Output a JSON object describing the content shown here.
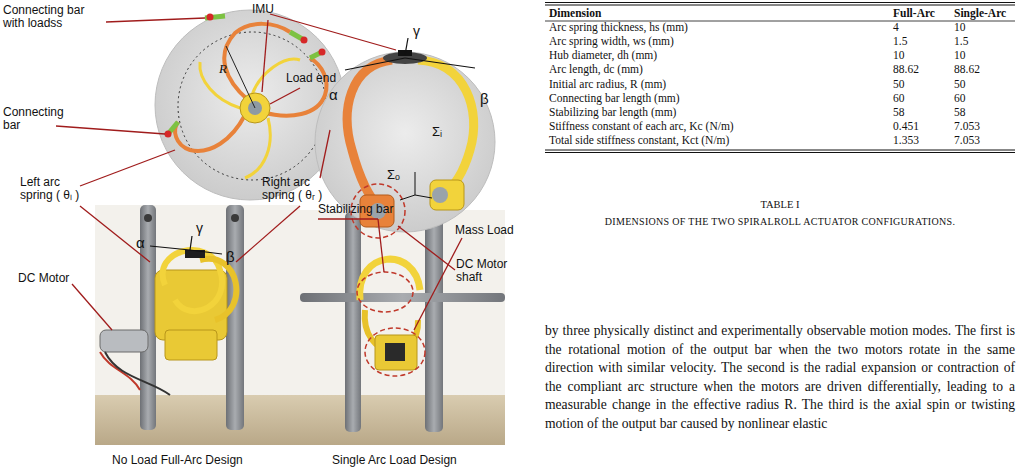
{
  "diagram": {
    "labels": [
      "Connecting bar with loadss",
      "IMU",
      "R",
      "Load end",
      "Connecting bar",
      "Right arc spring ( θᵣ )",
      "Left arc spring ( θₗ )",
      "α",
      "γ",
      "β",
      "Σᵢ",
      "Σₒ",
      "DC Motor shaft",
      "DC Motor",
      "Stabilizing bar",
      "Mass Load",
      "α",
      "γ",
      "β",
      "No Load Full-Arc Design",
      "Single Arc Load Design",
      "Dimension",
      "Full-Arc",
      "Single-Arc",
      "Arc spring thickness, hs (mm)",
      "4",
      "10",
      "Arc spring width, ws (mm)",
      "1.5",
      "1.5",
      "Hub diameter, dh (mm)",
      "10",
      "10",
      "Arc length, dc (mm)",
      "88.62",
      "88.62",
      "Initial arc radius, R (mm)",
      "50",
      "50",
      "Connecting bar length (mm)",
      "60",
      "60",
      "Stabilizing bar length (mm)",
      "58",
      "58",
      "Stiffness constant of each arc, Kc (N/m)",
      "0.451",
      "7.053",
      "Total side stiffness constant, Kct (N/m)",
      "1.353",
      "7.053",
      "TABLE I",
      "DIMENSIONS OF THE TWO SPIRALROLL ACTUATOR CONFIGURATIONS.",
      "by three physically distinct and experimentally observable motion modes. The first is the rotational motion of the output bar when the two motors rotate in the same direction with similar velocity. The second is the radial expansion or contraction of the compliant arc structure when the motors are driven differentially, leading to a measurable change in the effective radius R. The third is the axial spin or twisting motion of the output bar caused by nonlinear elastic"
    ]
  }
}
